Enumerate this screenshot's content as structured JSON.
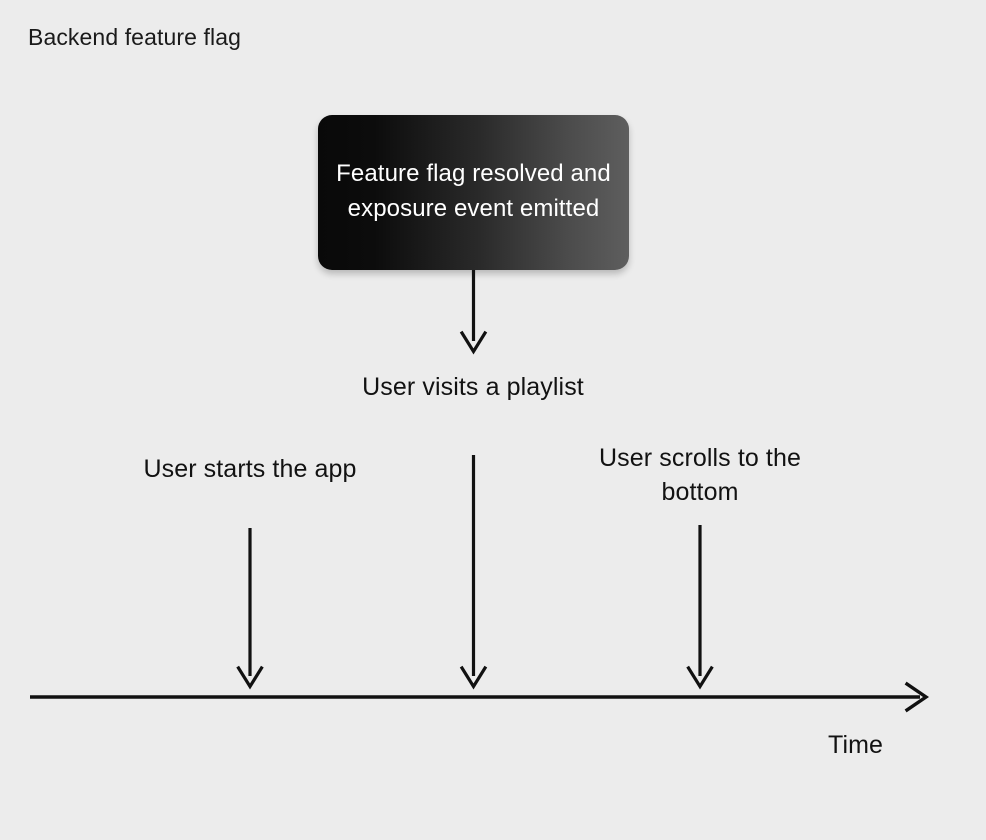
{
  "diagram": {
    "title": "Backend feature flag",
    "background_color": "#ececec",
    "ink_color": "#121212",
    "callout": {
      "text": "Feature flag resolved and exposure event emitted",
      "text_color": "#ffffff",
      "gradient_from": "#090909",
      "gradient_to": "#5e5e5e",
      "lines": [
        "Feature flag",
        "resolved and",
        "exposure event",
        "emitted"
      ]
    },
    "axis": {
      "caption": "Time",
      "orientation": "horizontal",
      "direction": "left-to-right",
      "arrowhead": "right"
    },
    "events": [
      {
        "id": "app-start",
        "label": "User starts the app"
      },
      {
        "id": "playlist-visit",
        "label": "User visits a playlist"
      },
      {
        "id": "scroll-bottom",
        "label": "User scrolls to the bottom"
      }
    ],
    "connectors": [
      {
        "id": "callout-to-playlist",
        "from": "callout",
        "to": "playlist-visit",
        "arrowhead": "down"
      },
      {
        "id": "app-start-to-axis",
        "from": "app-start",
        "to": "axis",
        "arrowhead": "down"
      },
      {
        "id": "playlist-visit-to-axis",
        "from": "playlist-visit",
        "to": "axis",
        "arrowhead": "down"
      },
      {
        "id": "scroll-bottom-to-axis",
        "from": "scroll-bottom",
        "to": "axis",
        "arrowhead": "down"
      }
    ]
  }
}
